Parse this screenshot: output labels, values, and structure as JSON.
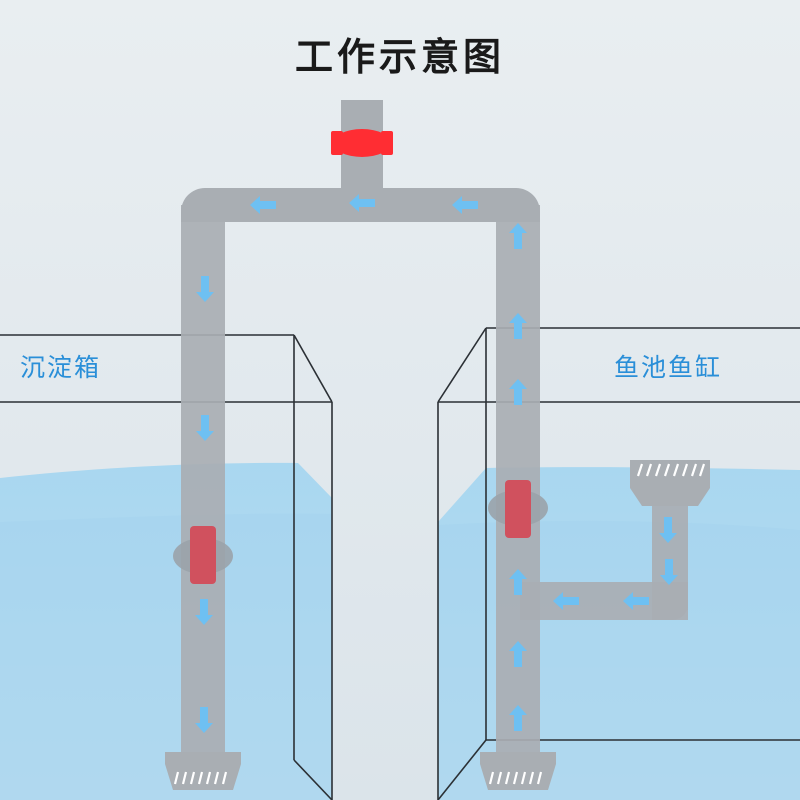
{
  "title": "工作示意图",
  "left_tank": {
    "label": "沉淀箱"
  },
  "right_tank": {
    "label": "鱼池鱼缸"
  },
  "colors": {
    "pipe": "#a9aeb3",
    "valve": "#ff2d33",
    "valve_submerged": "#d0515e",
    "arrow": "#6ec0f2",
    "water": "#9fd2ee",
    "tank_edge": "#2b3035",
    "text_accent": "#2a8fd8",
    "background": "#e6ecf0"
  },
  "icons": [
    "flow-arrow-icon",
    "ball-valve-icon",
    "strainer-icon"
  ]
}
